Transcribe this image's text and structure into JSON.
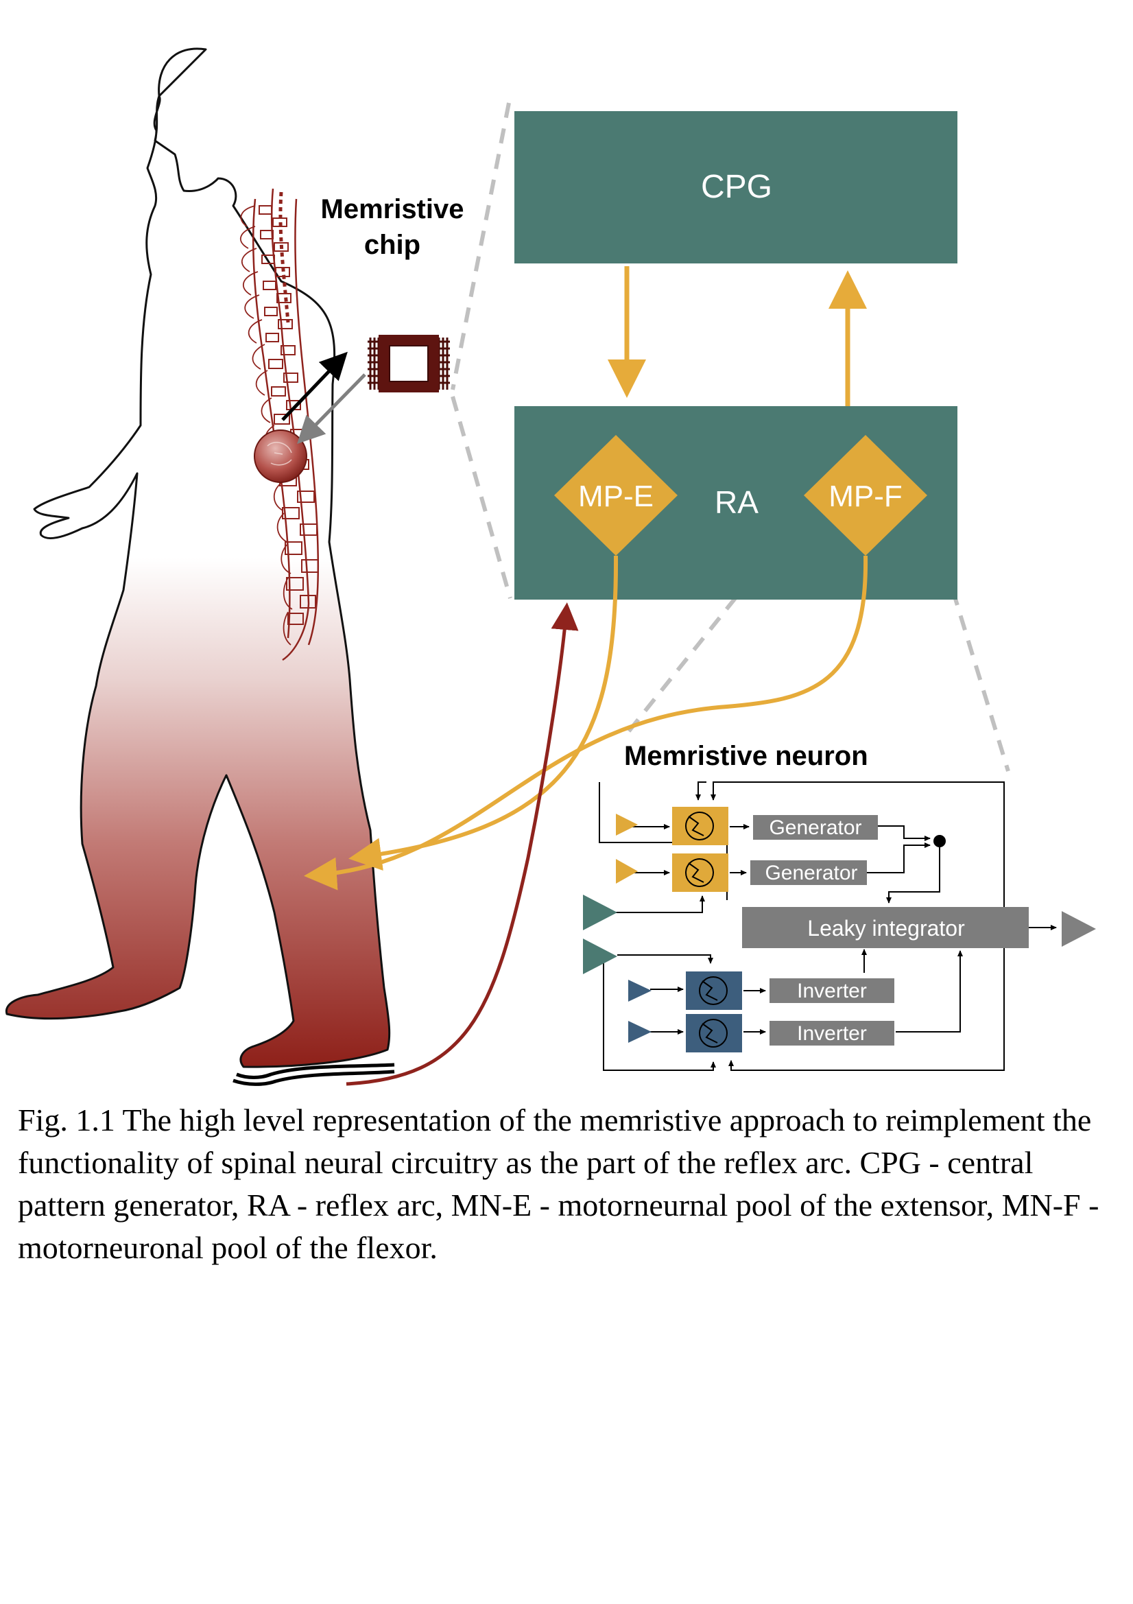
{
  "figure": {
    "chip_label_line1": "Memristive",
    "chip_label_line2": "chip",
    "cpg_label": "CPG",
    "ra_label": "RA",
    "mp_e_label": "MP-E",
    "mp_f_label": "MP-F",
    "neuron_title": "Memristive neuron",
    "generator_labels": [
      "Generator",
      "Generator"
    ],
    "inverter_labels": [
      "Inverter",
      "Inverter"
    ],
    "leaky_integrator_label": "Leaky integrator"
  },
  "colors": {
    "teal_block": "#4b7a72",
    "mp_orange": "#e0a93a",
    "arrow_orange": "#e6ab3a",
    "dark_red": "#8f231d",
    "gray_box": "#7d7d7d",
    "blue_memristor": "#3d5e7d",
    "dashed_gray": "#bfbfbf"
  },
  "caption": {
    "text": "Fig. 1.1 The high level representation of the memristive approach to reimplement the functionality of spinal neural circuitry as the part of the reflex arc. CPG - central pattern generator, RA - reflex arc, MN-E - motorneurnal pool of the extensor, MN-F - motorneuronal pool of the flexor."
  }
}
